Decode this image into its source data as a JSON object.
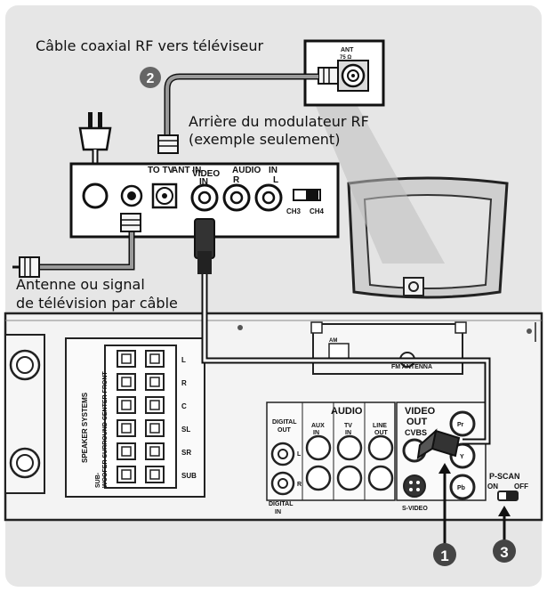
{
  "labels": {
    "coax_cable": "Câble coaxial RF vers téléviseur",
    "modulator_rear_1": "Arrière du modulateur RF",
    "modulator_rear_2": "(exemple seulement)",
    "antenna_1": "Antenne ou signal",
    "antenna_2": "de télévision par câble"
  },
  "modulator": {
    "to_tv": "TO TV",
    "ant_in": "ANT IN",
    "video": "VIDEO",
    "video_in": "IN",
    "audio": "AUDIO",
    "audio_in": "IN",
    "audio_r": "R",
    "audio_l": "L",
    "ch3": "CH3",
    "ch4": "CH4"
  },
  "tv": {
    "ant_label": "ANT",
    "ant_sub": "75 Ω"
  },
  "rear_panel": {
    "speaker_systems": "SPEAKER SYSTEMS",
    "speaker_sub": "SUB-",
    "speaker_sub2": "WOOFER SURROUND CENTER FRONT",
    "channels": [
      "L",
      "R",
      "C",
      "SL",
      "SR",
      "SUB"
    ],
    "fm_antenna": "FM ANTENNA",
    "am": "AM",
    "audio": "AUDIO",
    "digital_out_1": "DIGITAL",
    "digital_out_2": "OUT",
    "aux_1": "AUX",
    "aux_2": "IN",
    "tv_1": "TV",
    "tv_2": "IN",
    "line_1": "LINE",
    "line_2": "OUT",
    "digital_in_1": "DIGITAL",
    "digital_in_2": "IN",
    "jack_l": "L",
    "jack_r": "R",
    "video_out_1": "VIDEO",
    "video_out_2": "OUT",
    "cvbs": "CVBS",
    "pr": "Pr",
    "y": "Y",
    "pb": "Pb",
    "s_video": "S-VIDEO",
    "p_scan": "P-SCAN",
    "on": "ON",
    "off": "OFF"
  },
  "steps": [
    "1",
    "2",
    "3"
  ]
}
